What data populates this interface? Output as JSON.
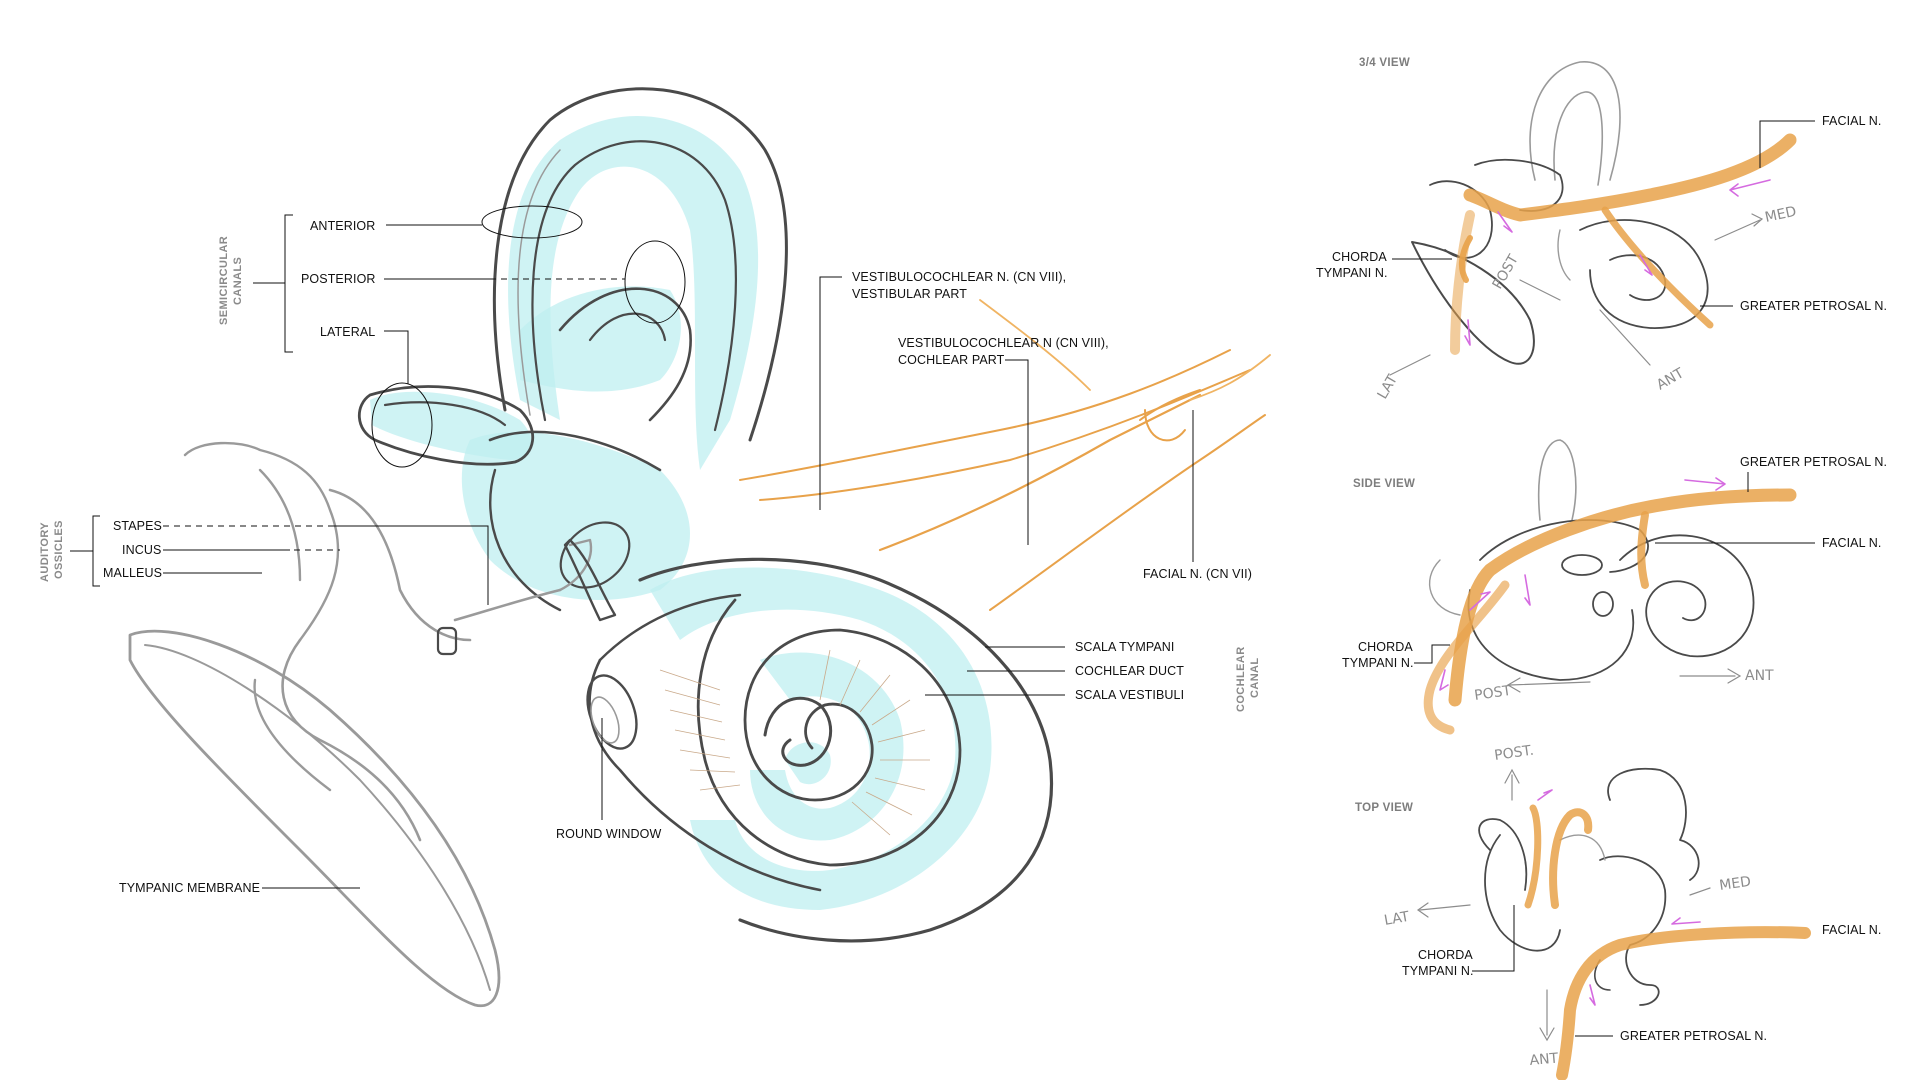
{
  "main_view": {
    "groups": {
      "semicircular": [
        "SEMICIRCULAR",
        "CANALS"
      ],
      "ossicles": [
        "AUDITORY",
        "OSSICLES"
      ],
      "cochlear_canal": [
        "COCHLEAR",
        "CANAL"
      ]
    },
    "labels": {
      "anterior": "ANTERIOR",
      "posterior": "POSTERIOR",
      "lateral": "LATERAL",
      "stapes": "STAPES",
      "incus": "INCUS",
      "malleus": "MALLEUS",
      "vestibular_1": "VESTIBULOCOCHLEAR N. (CN VIII),",
      "vestibular_2": "VESTIBULAR PART",
      "cochlear_1": "VESTIBULOCOCHLEAR N (CN VIII),",
      "cochlear_2": "COCHLEAR PART",
      "facial": "FACIAL N. (CN VII)",
      "scala_tympani": "SCALA TYMPANI",
      "cochlear_duct": "COCHLEAR DUCT",
      "scala_vestibuli": "SCALA VESTIBULI",
      "round_window": "ROUND WINDOW",
      "tympanic_membrane": "TYMPANIC MEMBRANE"
    }
  },
  "views": {
    "three_quarter": {
      "title": "3/4 VIEW",
      "facial": "FACIAL N.",
      "chorda_1": "CHORDA",
      "chorda_2": "TYMPANI N.",
      "greater_petrosal": "GREATER PETROSAL N.",
      "dir_med": "MED",
      "dir_post": "POST",
      "dir_lat": "LAT",
      "dir_ant": "ANT"
    },
    "side": {
      "title": "SIDE VIEW",
      "greater_petrosal": "GREATER PETROSAL N.",
      "facial": "FACIAL N.",
      "chorda_1": "CHORDA",
      "chorda_2": "TYMPANI N.",
      "dir_post": "POST",
      "dir_ant": "ANT"
    },
    "top": {
      "title": "TOP VIEW",
      "chorda_1": "CHORDA",
      "chorda_2": "TYMPANI N.",
      "facial": "FACIAL N.",
      "greater_petrosal": "GREATER PETROSAL N.",
      "dir_post": "POST.",
      "dir_lat": "LAT",
      "dir_med": "MED",
      "dir_ant": "ANT"
    }
  }
}
